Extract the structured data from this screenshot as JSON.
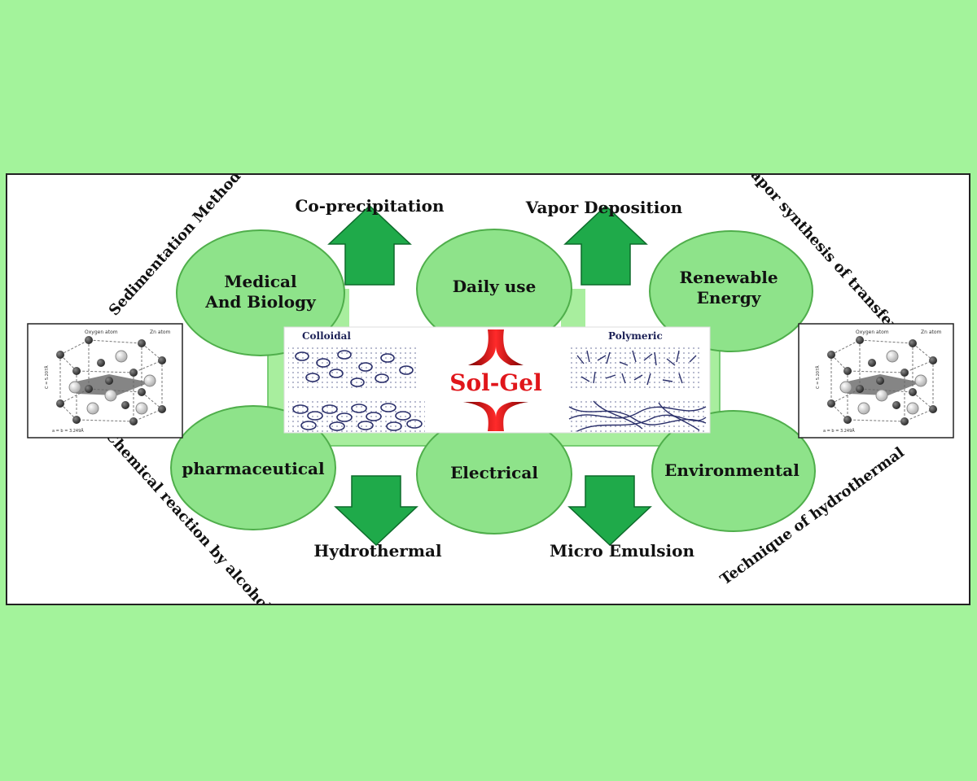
{
  "methods": {
    "top_left": "Co-precipitation",
    "top_right": "Vapor Deposition",
    "bottom_left": "Hydrothermal",
    "bottom_right": "Micro Emulsion"
  },
  "diagonal_labels": {
    "upper_left": "Sedimentation Method",
    "upper_right": "Vapor synthesis of transfer",
    "lower_left": "Chemical reaction by alcohol",
    "lower_right": "Technique of hydrothermal"
  },
  "applications": {
    "medical": [
      "Medical",
      "And Biology"
    ],
    "daily": [
      "Daily use"
    ],
    "renewable": [
      "Renewable",
      "Energy"
    ],
    "pharma": [
      "pharmaceutical"
    ],
    "electrical": [
      "Electrical"
    ],
    "environmental": [
      "Environmental"
    ]
  },
  "center": {
    "title": "Sol-Gel",
    "left_label": "Colloidal",
    "right_label": "Polymeric"
  },
  "crystal": {
    "atom_labels": [
      "Oxygen atom",
      "Zn atom"
    ],
    "c_label": "C = 5.207Å",
    "a_label": "a = b = 3.249Å"
  },
  "colors": {
    "background": "#a3f39b",
    "circle_fill": "#8ee38a",
    "arrow_fill": "#1faa4a",
    "title_red": "#e0161b"
  }
}
